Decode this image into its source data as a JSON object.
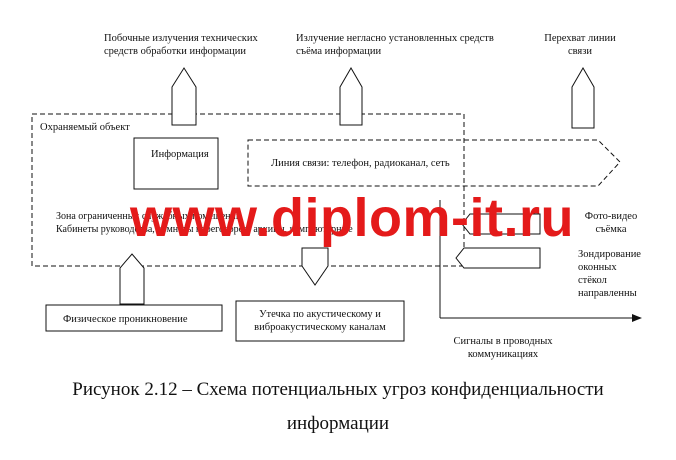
{
  "labels": {
    "side_emission": "Побочные излучения технических\nсредств обработки информации",
    "covert_devices": "Излучение негласно установленных средств\nсъёма информации",
    "line_intercept": "Перехват линии\nсвязи",
    "protected_object": "Охраняемый объект",
    "information": "Информация",
    "comm_line": "Линия связи: телефон, радиоканал, сеть",
    "zone": "Зона ограниченных служебных помещений\nКабинеты руководства, комнаты переговоров, архивы, компьютерные",
    "photo_video": "Фото-видео\nсъёмка",
    "window_sounding": "Зондирование\nоконных\nстёкол\nнаправленны",
    "physical": "Физическое проникновение",
    "acoustic_leak": "Утечка по акустическому и\nвиброакустическому каналам",
    "wired_signals": "Сигналы в проводных\nкоммуникациях"
  },
  "caption": {
    "line1": "Рисунок 2.12 – Схема потенциальных угроз конфиденциальности",
    "line2": "информации"
  },
  "watermark": "www.diplom-it.ru",
  "colors": {
    "ink": "#111111",
    "watermark": "#e41a1a",
    "background": "#ffffff"
  }
}
